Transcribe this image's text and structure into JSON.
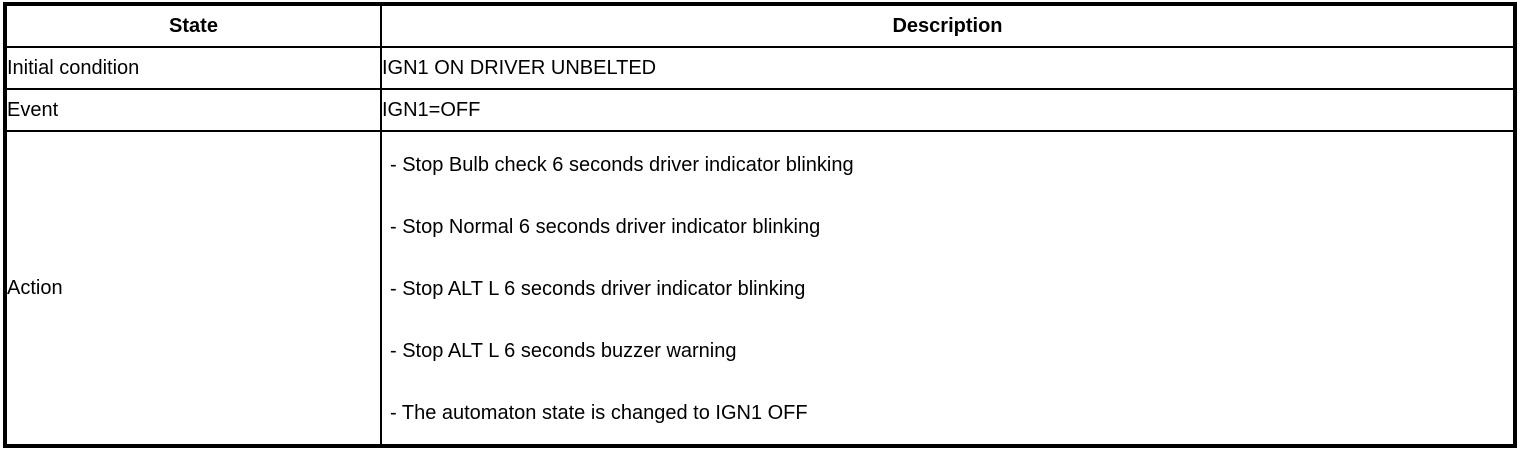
{
  "table": {
    "headers": {
      "state": "State",
      "description": "Description"
    },
    "rows": [
      {
        "state": "Initial condition",
        "description": "IGN1 ON DRIVER UNBELTED"
      },
      {
        "state": "Event",
        "description": "IGN1=OFF"
      },
      {
        "state": "Action",
        "actions": [
          "- Stop Bulb check 6 seconds driver indicator blinking",
          "- Stop Normal 6 seconds driver indicator blinking",
          "- Stop ALT L 6 seconds driver indicator blinking",
          "- Stop ALT L 6 seconds buzzer warning",
          "- The automaton state is changed to IGN1 OFF"
        ]
      }
    ],
    "colors": {
      "border": "#000000",
      "text": "#000000",
      "background": "#ffffff"
    }
  }
}
